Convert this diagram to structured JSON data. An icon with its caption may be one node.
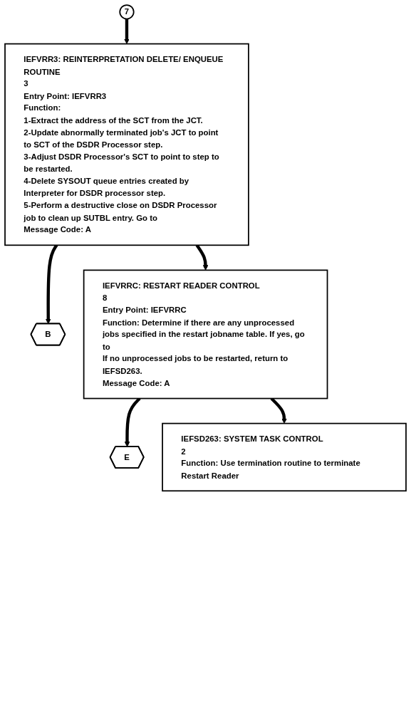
{
  "diagram": {
    "nodes": [
      {
        "text": [
          "7"
        ]
      },
      {
        "text": [
          "IEFVRR3: REINTERPRETATION DELETE/ ENQUEUE ROUTINE",
          "3",
          "Entry Point: IEFVRR3",
          "Function:",
          "1-Extract the address of the SCT from the JCT.",
          "2-Update abnormally terminated job's JCT to point to SCT of the DSDR Processor step.",
          "3-Adjust DSDR Processor's SCT to point to step to be restarted.",
          "4-Delete SYSOUT queue entries created by Interpreter for DSDR processor step.",
          "5-Perform a destructive close on DSDR Processor job to clean up SUTBL entry. Go to",
          "Message Code: A"
        ]
      },
      {
        "text": [
          "B"
        ]
      },
      {
        "text": [
          "IEFVRRC: RESTART READER CONTROL",
          "8",
          "Entry Point: IEFVRRC",
          "Function: Determine if there are any unprocessed jobs specified in the restart jobname table. If yes, go to",
          "If no unprocessed jobs to be restarted, return to IEFSD263.",
          "Message Code: A"
        ]
      },
      {
        "text": [
          "E"
        ]
      },
      {
        "text": [
          "IEFSD263: SYSTEM TASK CONTROL",
          "2",
          "Function: Use termination routine to terminate Restart Reader"
        ]
      }
    ],
    "edges": [
      {
        "from": 0,
        "to": 1,
        "arrow": "to"
      },
      {
        "from": 1,
        "to": 2,
        "arrow": "to"
      },
      {
        "from": 1,
        "to": 3,
        "arrow": "to"
      },
      {
        "from": 3,
        "to": 4,
        "arrow": "to"
      },
      {
        "from": 3,
        "to": 5,
        "arrow": "to"
      }
    ]
  }
}
